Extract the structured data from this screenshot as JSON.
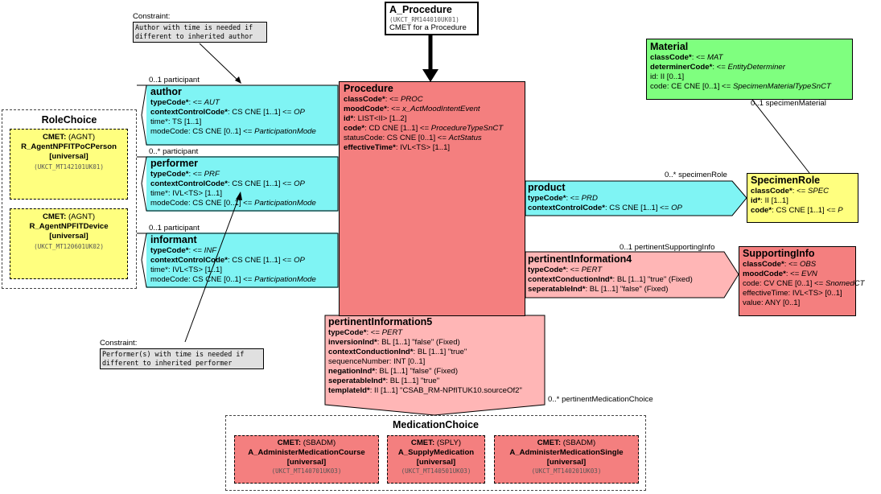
{
  "entry_point": {
    "name": "A_Procedure",
    "id": "(UKCT_RM144010UK01)",
    "desc": "CMET for a Procedure"
  },
  "constraint_author": {
    "label": "Constraint:",
    "text1": "Author with time is needed if",
    "text2": "different to inherited author"
  },
  "constraint_performer": {
    "label": "Constraint:",
    "text1": "Performer(s) with time is needed if",
    "text2": "different to inherited performer"
  },
  "role_choice": {
    "title": "RoleChoice",
    "items": [
      {
        "cmet": "CMET:",
        "code": "(AGNT)",
        "name": "R_AgentNPFITPoCPerson",
        "flavor": "[universal]",
        "id": "(UKCT_MT142101UK01)"
      },
      {
        "cmet": "CMET:",
        "code": "(AGNT)",
        "name": "R_AgentNPFITDevice",
        "flavor": "[universal]",
        "id": "(UKCT_MT120601UK02)"
      }
    ]
  },
  "participations": [
    {
      "cardinality": "0..1 participant",
      "title": "author",
      "rows": [
        {
          "name": "typeCode*",
          "rest": ": <= ",
          "val": "AUT",
          "bold": true
        },
        {
          "name": "contextControlCode*",
          "rest": ": CS CNE [1..1] <= ",
          "val": "OP",
          "bold": true
        },
        {
          "name": "time*",
          "rest": ": TS [1..1]",
          "val": "",
          "bold": false
        },
        {
          "name": "modeCode",
          "rest": ": CS CNE [0..1] <= ",
          "val": "ParticipationMode",
          "bold": false
        }
      ]
    },
    {
      "cardinality": "0..* participant",
      "title": "performer",
      "rows": [
        {
          "name": "typeCode*",
          "rest": ": <= ",
          "val": "PRF",
          "bold": true
        },
        {
          "name": "contextControlCode*",
          "rest": ": CS CNE [1..1] <= ",
          "val": "OP",
          "bold": true
        },
        {
          "name": "time*",
          "rest": ": IVL<TS> [1..1]",
          "val": "",
          "bold": false
        },
        {
          "name": "modeCode",
          "rest": ": CS CNE [0..1] <= ",
          "val": "ParticipationMode",
          "bold": false
        }
      ]
    },
    {
      "cardinality": "0..1 participant",
      "title": "informant",
      "rows": [
        {
          "name": "typeCode*",
          "rest": ": <= ",
          "val": "INF",
          "bold": true
        },
        {
          "name": "contextControlCode*",
          "rest": ": CS CNE [1..1] <= ",
          "val": "OP",
          "bold": true
        },
        {
          "name": "time*",
          "rest": ": IVL<TS> [1..1]",
          "val": "",
          "bold": false
        },
        {
          "name": "modeCode",
          "rest": ": CS CNE [0..1] <= ",
          "val": "ParticipationMode",
          "bold": false
        }
      ]
    }
  ],
  "procedure": {
    "title": "Procedure",
    "rows": [
      {
        "name": "classCode*",
        "rest": ": <= ",
        "val": "PROC",
        "bold": true
      },
      {
        "name": "moodCode*",
        "rest": ": <= ",
        "val": "x_ActMoodIntentEvent",
        "bold": true
      },
      {
        "name": "id*",
        "rest": ": LIST<II> [1..2]",
        "val": "",
        "bold": true
      },
      {
        "name": "code*",
        "rest": ": CD CNE [1..1] <= ",
        "val": "ProcedureTypeSnCT",
        "bold": true
      },
      {
        "name": "statusCode",
        "rest": ": CS CNE [0..1] <= ",
        "val": "ActStatus",
        "bold": false
      },
      {
        "name": "effectiveTime*",
        "rest": ": IVL<TS> [1..1]",
        "val": "",
        "bold": true
      }
    ]
  },
  "material": {
    "title": "Material",
    "rows": [
      {
        "name": "classCode*",
        "rest": ": <= ",
        "val": "MAT",
        "bold": true
      },
      {
        "name": "determinerCode*",
        "rest": ": <= ",
        "val": "EntityDeterminer",
        "bold": true
      },
      {
        "name": "id",
        "rest": ": II [0..1]",
        "val": "",
        "bold": false
      },
      {
        "name": "code",
        "rest": ": CE CNE [0..1] <= ",
        "val": "SpecimenMaterialTypeSnCT",
        "bold": false
      }
    ],
    "assoc": "0..1 specimenMaterial"
  },
  "product": {
    "title": "product",
    "cardinality": "0..* specimenRole",
    "rows": [
      {
        "name": "typeCode*",
        "rest": ": <= ",
        "val": "PRD",
        "bold": true
      },
      {
        "name": "contextControlCode*",
        "rest": ": CS CNE [1..1] <= ",
        "val": "OP",
        "bold": true
      }
    ]
  },
  "specimen_role": {
    "title": "SpecimenRole",
    "rows": [
      {
        "name": "classCode*",
        "rest": ": <= ",
        "val": "SPEC",
        "bold": true
      },
      {
        "name": "id*",
        "rest": ": II [1..1]",
        "val": "",
        "bold": true
      },
      {
        "name": "code*",
        "rest": ": CS CNE [1..1] <= ",
        "val": "P",
        "bold": true
      }
    ]
  },
  "pertinent4": {
    "title": "pertinentInformation4",
    "cardinality": "0..1 pertinentSupportingInfo",
    "rows": [
      {
        "name": "typeCode*",
        "rest": ": <= ",
        "val": "PERT",
        "bold": true
      },
      {
        "name": "contextConductionInd*",
        "rest": ": BL [1..1] \"true\" (Fixed)",
        "val": "",
        "bold": true
      },
      {
        "name": "seperatableInd*",
        "rest": ": BL [1..1] \"false\" (Fixed)",
        "val": "",
        "bold": true
      }
    ]
  },
  "supporting_info": {
    "title": "SupportingInfo",
    "rows": [
      {
        "name": "classCode*",
        "rest": ": <= ",
        "val": "OBS",
        "bold": true
      },
      {
        "name": "moodCode*",
        "rest": ": <= ",
        "val": "EVN",
        "bold": true
      },
      {
        "name": "code",
        "rest": ": CV CNE [0..1] <= ",
        "val": "SnomedCT",
        "bold": false
      },
      {
        "name": "effectiveTime",
        "rest": ": IVL<TS> [0..1]",
        "val": "",
        "bold": false
      },
      {
        "name": "value",
        "rest": ": ANY [0..1]",
        "val": "",
        "bold": false
      }
    ]
  },
  "pertinent5": {
    "title": "pertinentInformation5",
    "cardinality": "0..* pertinentMedicationChoice",
    "rows": [
      {
        "name": "typeCode*",
        "rest": ": <= ",
        "val": "PERT",
        "bold": true
      },
      {
        "name": "inversionInd*",
        "rest": ": BL [1..1] \"false\" (Fixed)",
        "val": "",
        "bold": true
      },
      {
        "name": "contextConductionInd*",
        "rest": ": BL [1..1] \"true\"",
        "val": "",
        "bold": true
      },
      {
        "name": "sequenceNumber",
        "rest": ": INT [0..1]",
        "val": "",
        "bold": false
      },
      {
        "name": "negationInd*",
        "rest": ": BL [1..1] \"false\" (Fixed)",
        "val": "",
        "bold": true
      },
      {
        "name": "seperatableInd*",
        "rest": ": BL [1..1] \"true\"",
        "val": "",
        "bold": true
      },
      {
        "name": "templateId*",
        "rest": ": II [1..1] \"CSAB_RM-NPfITUK10.sourceOf2\"",
        "val": "",
        "bold": true
      }
    ]
  },
  "medication_choice": {
    "title": "MedicationChoice",
    "items": [
      {
        "cmet": "CMET:",
        "code": "(SBADM)",
        "name": "A_AdministerMedicationCourse",
        "flavor": "[universal]",
        "id": "(UKCT_MT140701UK03)"
      },
      {
        "cmet": "CMET:",
        "code": "(SPLY)",
        "name": "A_SupplyMedication",
        "flavor": "[universal]",
        "id": "(UKCT_MT140501UK03)"
      },
      {
        "cmet": "CMET:",
        "code": "(SBADM)",
        "name": "A_AdministerMedicationSingle",
        "flavor": "[universal]",
        "id": "(UKCT_MT140201UK03)"
      }
    ]
  },
  "colors": {
    "act": "#f47f7f",
    "act_rel": "#ffb6b6",
    "participation": "#7ff4f4",
    "role": "#ffff7f",
    "entity": "#7fff7f",
    "cmet_act": "#f47f7f",
    "cmet_role": "#ffff7f",
    "constraint": "#e0e0e0"
  }
}
